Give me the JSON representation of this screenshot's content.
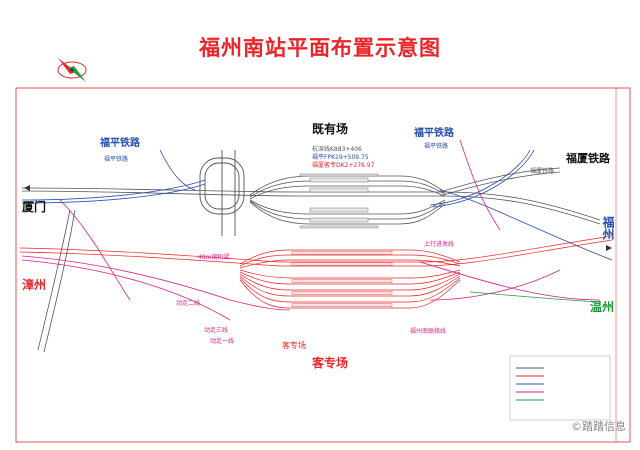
{
  "title": "福州南站平面布置示意图",
  "cities": {
    "xiamen": "厦门",
    "zhangzhou": "漳州",
    "fuzhou_right": "福州",
    "wenzhou": "温州"
  },
  "yards": {
    "existing": "既有场",
    "passenger_dedicated": "客专场",
    "passenger_dedicated_small": "客专场"
  },
  "railways": {
    "fuping_left": "福平铁路",
    "fuping_left_small": "福平铁路",
    "fuping_right": "福平铁路",
    "fuping_right_small": "福平铁路",
    "fuxia": "福厦铁路",
    "fuxia_small": "福厦铁路"
  },
  "track_labels": {
    "hang_shen_line": "杭深线K883+406",
    "fuping_mileage": "福平FPK19+509.75",
    "fuxia_mileage": "福厦客专DK2+276.97",
    "bridge_48m": "48m钢桁梁",
    "emu_line_2": "动走二线",
    "emu_line_3": "动走三线",
    "emu_line_1": "动走一线",
    "up_approach": "上行进发线",
    "fuzhou_south_link": "福州南联络线"
  },
  "watermark": "©踏踏信息",
  "colors": {
    "red": "#e8262a",
    "magenta": "#d91e8c",
    "blue": "#2a4fb0",
    "green": "#1f9e3c",
    "grey": "#555555"
  }
}
